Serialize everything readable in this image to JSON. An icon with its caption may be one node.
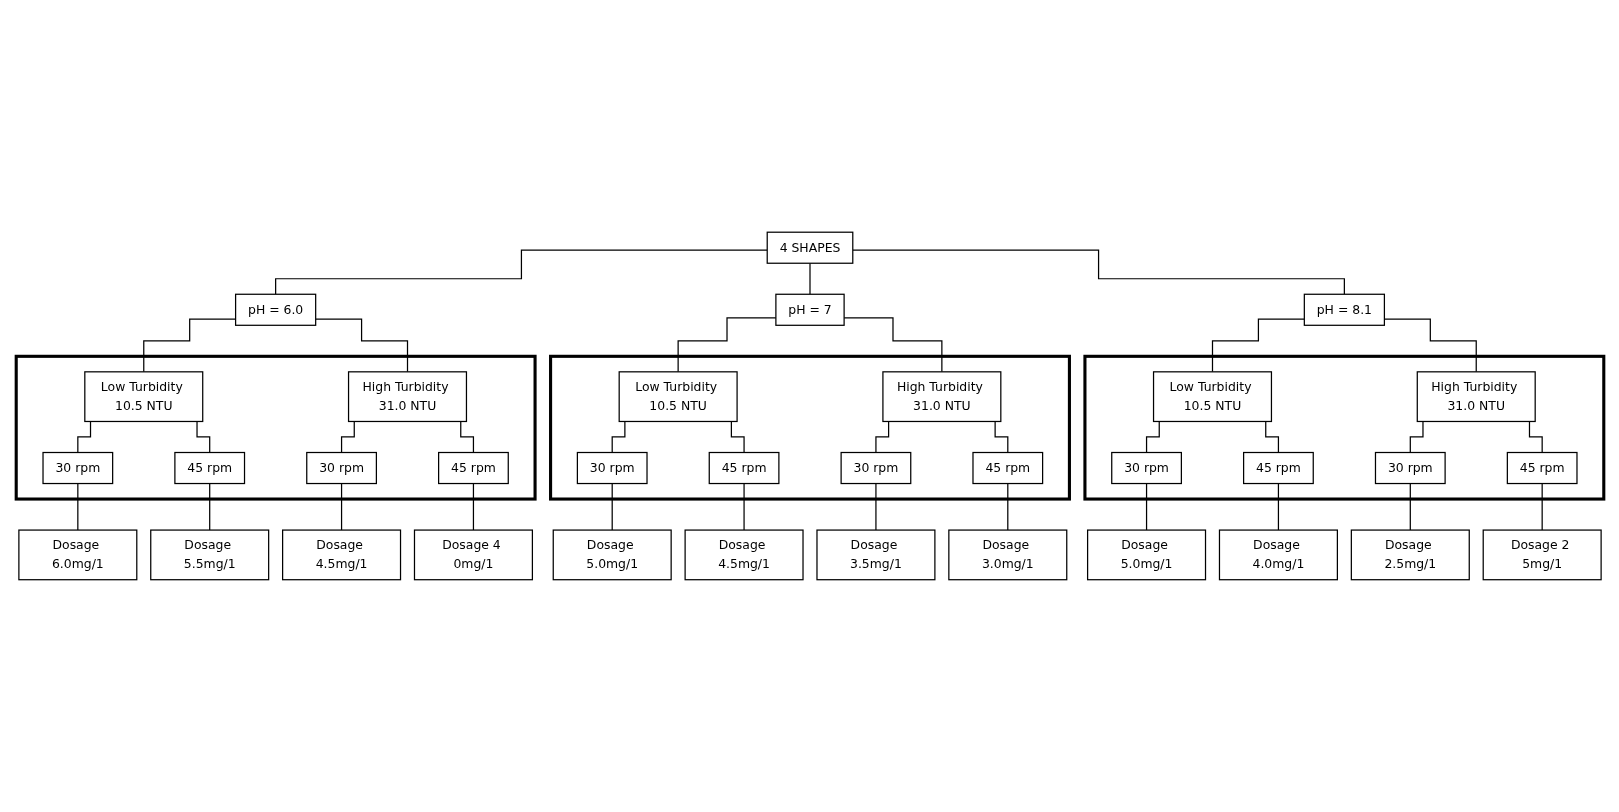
{
  "diagram": {
    "nodes": [
      {
        "text": [
          "4 SHAPES"
        ]
      },
      {
        "text": [
          "pH = 6.0"
        ]
      },
      {
        "text": [
          "pH = 7"
        ]
      },
      {
        "text": [
          "pH = 8.1"
        ]
      },
      {
        "text": [],
        "shape": "box"
      },
      {
        "text": [
          "Low Turbidity 10.5 NTU"
        ],
        "in": 4
      },
      {
        "text": [
          "High Turbidity 31.0 NTU"
        ],
        "in": 4
      },
      {
        "text": [
          "30 rpm"
        ],
        "in": 4
      },
      {
        "text": [
          "45 rpm"
        ],
        "in": 4
      },
      {
        "text": [
          "30 rpm"
        ],
        "in": 4
      },
      {
        "text": [
          "45 rpm"
        ],
        "in": 4
      },
      {
        "text": [],
        "shape": "box"
      },
      {
        "text": [
          "Low Turbidity 10.5 NTU"
        ],
        "in": 11
      },
      {
        "text": [
          "High Turbidity 31.0 NTU"
        ],
        "in": 11
      },
      {
        "text": [
          "30 rpm"
        ],
        "in": 11
      },
      {
        "text": [
          "45 rpm"
        ],
        "in": 11
      },
      {
        "text": [
          "30 rpm"
        ],
        "in": 11
      },
      {
        "text": [
          "45 rpm"
        ],
        "in": 11
      },
      {
        "text": [],
        "shape": "box"
      },
      {
        "text": [
          "Low Turbidity 10.5 NTU"
        ],
        "in": 18
      },
      {
        "text": [
          "High Turbidity 31.0 NTU"
        ],
        "in": 18
      },
      {
        "text": [
          "30 rpm"
        ],
        "in": 18
      },
      {
        "text": [
          "45 rpm"
        ],
        "in": 18
      },
      {
        "text": [
          "30 rpm"
        ],
        "in": 18
      },
      {
        "text": [
          "45 rpm"
        ],
        "in": 18
      },
      {
        "text": [
          "Dosage 6.0mg/1"
        ]
      },
      {
        "text": [
          "Dosage 5.5mg/1"
        ]
      },
      {
        "text": [
          "Dosage 4.5mg/1"
        ]
      },
      {
        "text": [
          "Dosage 4 0mg/1"
        ]
      },
      {
        "text": [
          "Dosage 5.0mg/1"
        ]
      },
      {
        "text": [
          "Dosage 4.5mg/1"
        ]
      },
      {
        "text": [
          "Dosage 3.5mg/1"
        ]
      },
      {
        "text": [
          "Dosage 3.0mg/1"
        ]
      },
      {
        "text": [
          "Dosage 5.0mg/1"
        ]
      },
      {
        "text": [
          "Dosage 4.0mg/1"
        ]
      },
      {
        "text": [
          "Dosage 2.5mg/1"
        ]
      },
      {
        "text": [
          "Dosage 2 5mg/1"
        ]
      }
    ],
    "edges": [
      {
        "from": 0,
        "to": 1,
        "arrow": "none"
      },
      {
        "from": 0,
        "to": 2,
        "arrow": "none"
      },
      {
        "from": 0,
        "to": 3,
        "arrow": "none"
      },
      {
        "from": 1,
        "to": 5,
        "arrow": "none"
      },
      {
        "from": 1,
        "to": 6,
        "arrow": "none"
      },
      {
        "from": 5,
        "to": 7,
        "arrow": "none"
      },
      {
        "from": 5,
        "to": 8,
        "arrow": "none"
      },
      {
        "from": 6,
        "to": 9,
        "arrow": "none"
      },
      {
        "from": 6,
        "to": 10,
        "arrow": "none"
      },
      {
        "from": 7,
        "to": 25,
        "arrow": "none"
      },
      {
        "from": 8,
        "to": 26,
        "arrow": "none"
      },
      {
        "from": 9,
        "to": 27,
        "arrow": "none"
      },
      {
        "from": 10,
        "to": 28,
        "arrow": "none"
      },
      {
        "from": 2,
        "to": 12,
        "arrow": "none"
      },
      {
        "from": 2,
        "to": 13,
        "arrow": "none"
      },
      {
        "from": 12,
        "to": 14,
        "arrow": "none"
      },
      {
        "from": 12,
        "to": 15,
        "arrow": "none"
      },
      {
        "from": 13,
        "to": 16,
        "arrow": "none"
      },
      {
        "from": 13,
        "to": 17,
        "arrow": "none"
      },
      {
        "from": 14,
        "to": 29,
        "arrow": "none"
      },
      {
        "from": 15,
        "to": 30,
        "arrow": "none"
      },
      {
        "from": 16,
        "to": 31,
        "arrow": "none"
      },
      {
        "from": 17,
        "to": 32,
        "arrow": "none"
      },
      {
        "from": 3,
        "to": 19,
        "arrow": "none"
      },
      {
        "from": 3,
        "to": 20,
        "arrow": "none"
      },
      {
        "from": 19,
        "to": 21,
        "arrow": "none"
      },
      {
        "from": 19,
        "to": 22,
        "arrow": "none"
      },
      {
        "from": 20,
        "to": 23,
        "arrow": "none"
      },
      {
        "from": 20,
        "to": 24,
        "arrow": "none"
      },
      {
        "from": 21,
        "to": 33,
        "arrow": "none"
      },
      {
        "from": 22,
        "to": 34,
        "arrow": "none"
      },
      {
        "from": 23,
        "to": 35,
        "arrow": "none"
      },
      {
        "from": 24,
        "to": 36,
        "arrow": "none"
      }
    ]
  }
}
